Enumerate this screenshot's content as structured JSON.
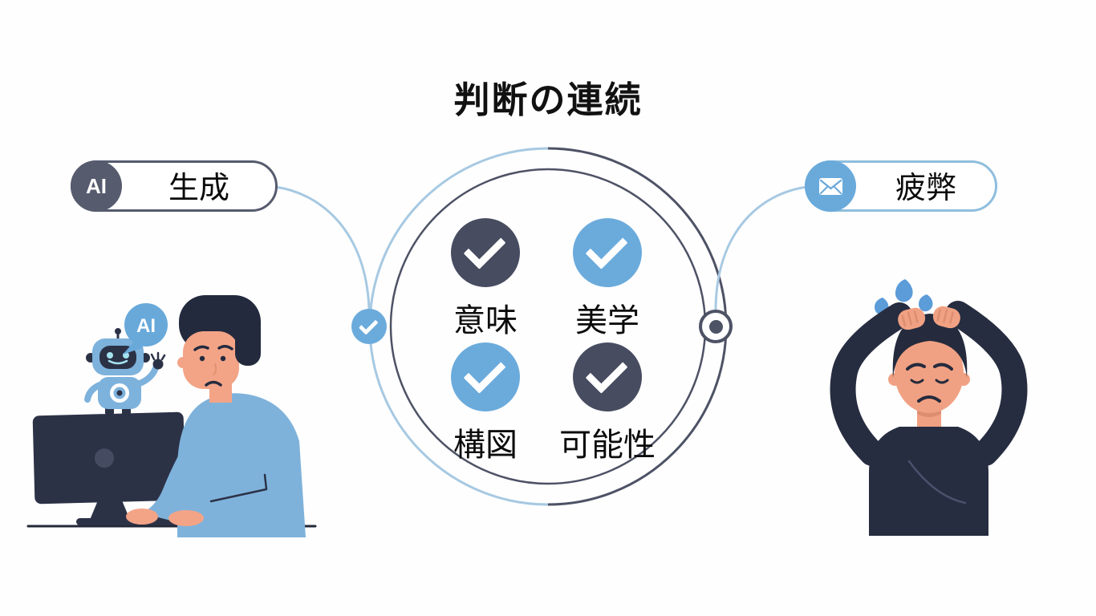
{
  "title": "判断の連続",
  "left_pill": {
    "badge": "AI",
    "label": "生成"
  },
  "right_pill": {
    "icon": "envelope-icon",
    "label": "疲弊"
  },
  "criteria": {
    "items": [
      {
        "label": "意味",
        "variant": "dark",
        "icon": "check-icon"
      },
      {
        "label": "美学",
        "variant": "blue",
        "icon": "check-icon"
      },
      {
        "label": "構図",
        "variant": "blue",
        "icon": "check-icon"
      },
      {
        "label": "可能性",
        "variant": "dark",
        "icon": "check-icon"
      }
    ]
  },
  "nodes": {
    "left": "check-icon",
    "right": "dot-icon"
  },
  "illustrations": {
    "left": {
      "bubble_label": "AI"
    }
  },
  "colors": {
    "dark_slate": "#4d5265",
    "accent_blue": "#6babdc",
    "light_blue_line": "#a7c9e2",
    "background": "#ffffff"
  }
}
